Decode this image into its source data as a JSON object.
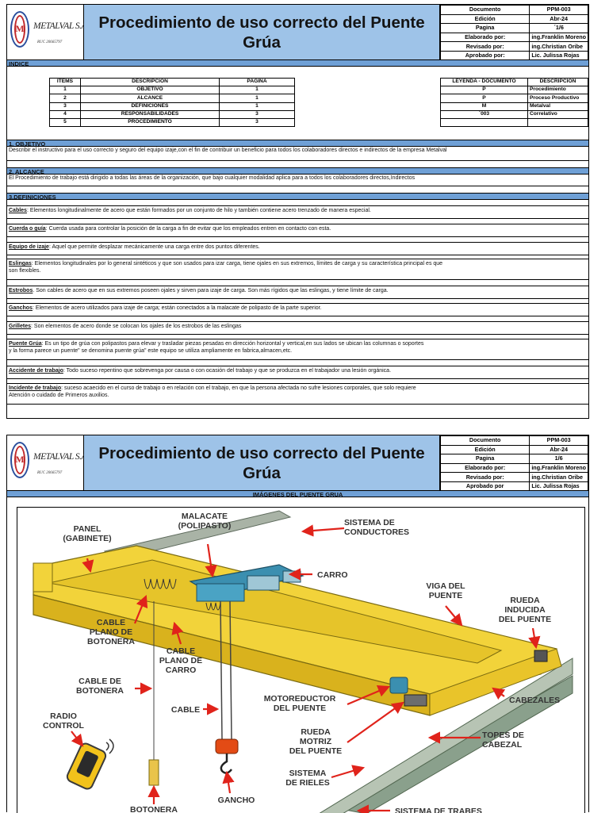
{
  "header": {
    "company": "METALVAL S.A.C",
    "ruc": "RUC 20665797",
    "logo_letter": "M",
    "title": "Procedimiento de uso correcto del Puente Grúa"
  },
  "meta_page1": [
    {
      "k": "Documento",
      "v": "PPM-003"
    },
    {
      "k": "Edición",
      "v": "Abr-24"
    },
    {
      "k": "Pagina",
      "v": "´1/6"
    },
    {
      "k": "Elaborado por:",
      "v": "ing.Franklin Moreno"
    },
    {
      "k": "Revisado por:",
      "v": "ing.Christian Oribe"
    },
    {
      "k": "Aprobado por:",
      "v": "Lic. Julissa Rojas"
    }
  ],
  "meta_page2": [
    {
      "k": "Documento",
      "v": "PPM-003"
    },
    {
      "k": "Edición",
      "v": "Abr-24"
    },
    {
      "k": "Pagina",
      "v": "1/6"
    },
    {
      "k": "Elaborado por:",
      "v": "ing.Franklin Moreno"
    },
    {
      "k": "Revisado por:",
      "v": "ing.Christian Oribe"
    },
    {
      "k": "Aprobado por",
      "v": "Lic. Julissa Rojas"
    }
  ],
  "index": {
    "heading": "INDICE",
    "columns": [
      "ITEMS",
      "DESCRIPCIÓN",
      "PAGINA"
    ],
    "rows": [
      [
        "1",
        "OBJETIVO",
        "1"
      ],
      [
        "2",
        "ALCANCE",
        "1"
      ],
      [
        "3",
        "DEFINICIÓNES",
        "1"
      ],
      [
        "4",
        "RESPONSABILIDADES",
        "3"
      ],
      [
        "5",
        "PROCEDIMIENTO",
        "3"
      ]
    ]
  },
  "legend": {
    "columns": [
      "LEYENDA - DOCUMENTO",
      "DESCRIPCIÓN"
    ],
    "rows": [
      [
        "P",
        "Procedimiento"
      ],
      [
        "P",
        "Proceso Productivo"
      ],
      [
        "M",
        "Metalval"
      ],
      [
        "´003",
        "Correlativo"
      ]
    ]
  },
  "sections": {
    "objetivo_title": "1. OBJETIVO",
    "objetivo_text": "Describir el instructivo para el uso correcto y seguro  del equipo izaje,con el fin de contribuir un beneficio para todos los colaboradores directos e indirectos  de la empresa Metalval",
    "alcance_title": "2. ALCANCE",
    "alcance_text": "El Procedimiento de trabajo está dirigido a todas las áreas de la organización, que bajo cualquier modalidad aplica para a todos los colaboradores directos,Indirectos",
    "definiciones_title": "3.DEFINICIONES"
  },
  "definitions": [
    {
      "term": "Cables",
      "lines": [
        ": Elementos longitudinalmente de acero que están formados por un conjunto de hilo y también contiene acero trenzado de manera especial."
      ]
    },
    {
      "term": "Cuerda o guía",
      "lines": [
        ": Cuerda usada para controlar la posición de la carga a fin de evitar que los empleados entren en contacto con esta."
      ]
    },
    {
      "term": "Equipo de izaje",
      "lines": [
        ": Aquel que permite desplazar mecánicamente una carga entre dos puntos diferentes."
      ]
    },
    {
      "term": "Eslingas",
      "lines": [
        ": Elementos longitudinales por lo general sintéticos y  que son usados para izar carga, tiene ojales en sus extremos, límites de carga y su característica principal es que",
        "son flexibles."
      ]
    },
    {
      "term": "Estrobos",
      "lines": [
        ". Son cables de acero que en sus extremos poseen ojales y sirven para izaje de carga. Son más rígidos que las eslingas, y tiene límite de carga."
      ]
    },
    {
      "term": "Ganchos",
      "lines": [
        ": Elementos de acero utilizados para izaje de carga; están conectados  a la malacate de polipasto de la parte superior."
      ]
    },
    {
      "term": "Grilletes",
      "lines": [
        ": Son elementos de acero donde se colocan los ojales de los estrobos de las eslingas"
      ]
    },
    {
      "term": "Puente Grúa",
      "lines": [
        ": Es un tipo de grúa con polipastos para elevar y trasladar piezas pesadas en dirección horizontal y vertical,en sus lados se ubican las columnas o soportes",
        "y la forma parece un puente\" se denomina puente grúa\"  este equipo se utiliza ampliamente en fabrica,almacen,etc."
      ]
    },
    {
      "term": "Accidente de trabajo",
      "lines": [
        ": Todo suceso repentino que sobrevenga por causa o con ocasión del trabajo y que se produzca en el trabajador una lesión orgánica."
      ]
    },
    {
      "term": "Incidente de trabajo",
      "lines": [
        ": suceso acaecido en el curso de trabajo o en relación con el trabajo, en que la persona afectada no sufre lesiones corporales, que solo requiere",
        "Atención o cuidado de Primeros auxilios."
      ]
    }
  ],
  "images_section": {
    "title": "IMÁGENES DEL PUENTE GRUA",
    "labels": {
      "panel": [
        "PANEL",
        "(GABINETE)"
      ],
      "malacate": [
        "MALACATE",
        "(POLIPASTO)"
      ],
      "conductores": [
        "SISTEMA DE",
        "CONDUCTORES"
      ],
      "carro": "CARRO",
      "viga": [
        "VIGA DEL",
        "PUENTE"
      ],
      "rueda_inducida": [
        "RUEDA",
        "INDUCIDA",
        "DEL PUENTE"
      ],
      "cable_botonera_plano": [
        "CABLE",
        "PLANO DE",
        "BOTONERA"
      ],
      "cable_carro_plano": [
        "CABLE",
        "PLANO DE",
        "CARRO"
      ],
      "cable_botonera": [
        "CABLE DE",
        "BOTONERA"
      ],
      "cable": "CABLE",
      "motoreductor": [
        "MOTOREDUCTOR",
        "DEL PUENTE"
      ],
      "cabezales": "CABEZALES",
      "radio": [
        "RADIO",
        "CONTROL"
      ],
      "rueda_motriz": [
        "RUEDA",
        "MOTRIZ",
        "DEL PUENTE"
      ],
      "topes": [
        "TOPES DE",
        "CABEZAL"
      ],
      "rieles": [
        "SISTEMA",
        "DE RIELES"
      ],
      "gancho": "GANCHO",
      "botonera": "BOTONERA",
      "trabes": "SISTEMA DE TRABES"
    }
  },
  "colors": {
    "title_band": "#9ec3e8",
    "section_bar": "#6fa0d6",
    "crane_yellow": "#f2d33a",
    "hoist_blue": "#3b8fb0",
    "arrow_red": "#e0231b"
  }
}
